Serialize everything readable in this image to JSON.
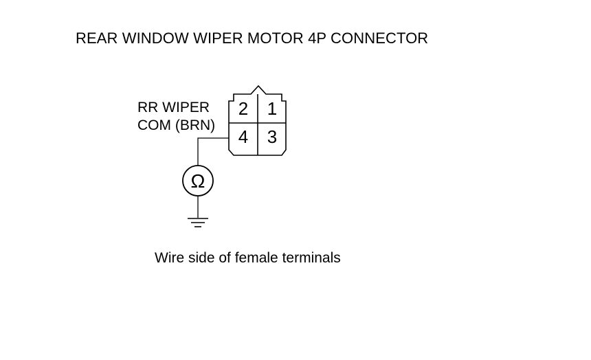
{
  "diagram": {
    "title": "REAR WINDOW WIPER MOTOR 4P CONNECTOR",
    "wire_label_line1": "RR WIPER",
    "wire_label_line2": "COM (BRN)",
    "caption": "Wire side of female terminals",
    "connector": {
      "pins": [
        {
          "id": "pin-2",
          "label": "2"
        },
        {
          "id": "pin-1",
          "label": "1"
        },
        {
          "id": "pin-4",
          "label": "4"
        },
        {
          "id": "pin-3",
          "label": "3"
        }
      ]
    },
    "meter_symbol": "Ω",
    "meter_icon": "ohmmeter-icon",
    "ground_icon": "ground-icon"
  }
}
